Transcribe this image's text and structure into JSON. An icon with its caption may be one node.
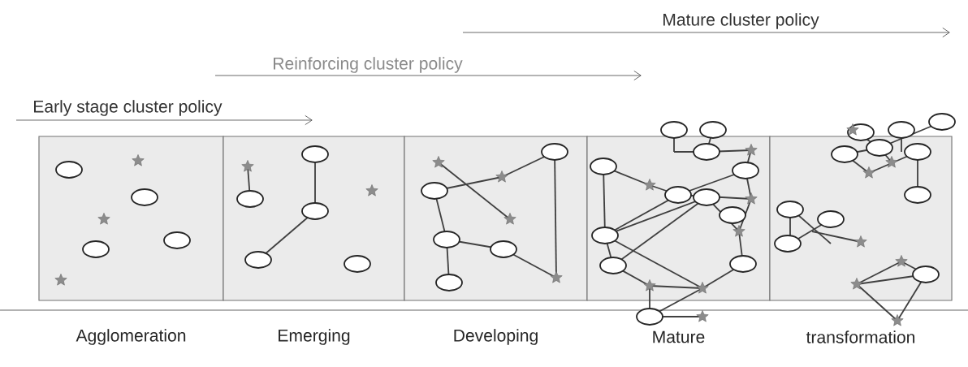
{
  "diagram": {
    "nodes": [
      {
        "text": [
          "Agglomeration"
        ]
      },
      {
        "text": [
          "Emerging"
        ]
      },
      {
        "text": [
          "Developing"
        ]
      },
      {
        "text": [
          "Mature"
        ]
      },
      {
        "text": [
          "transformation"
        ]
      }
    ],
    "labels": [
      "Mature cluster policy",
      "Reinforcing cluster policy",
      "Early stage cluster policy"
    ]
  }
}
